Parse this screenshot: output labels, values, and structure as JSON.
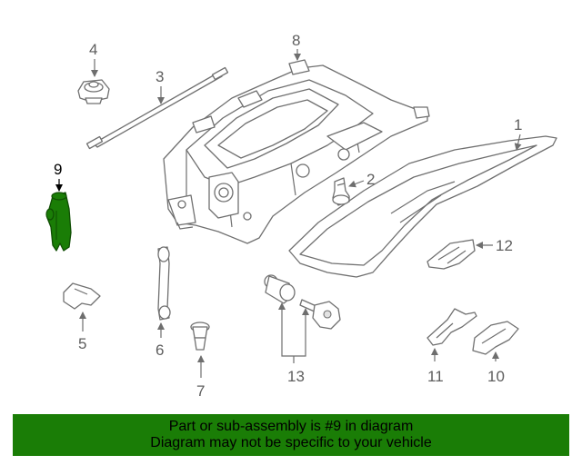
{
  "highlighted_part": "9",
  "colors": {
    "highlight": "#1a7d06",
    "banner": "#1a7d06",
    "line": "#6e6e6e"
  },
  "callouts": {
    "c1": "1",
    "c2": "2",
    "c3": "3",
    "c4": "4",
    "c5": "5",
    "c6": "6",
    "c7": "7",
    "c8": "8",
    "c9": "9",
    "c10": "10",
    "c11": "11",
    "c12": "12",
    "c13": "13"
  },
  "banner": {
    "line1": "Part or sub-assembly is #9 in diagram",
    "line2": "Diagram may not be specific to your vehicle"
  }
}
